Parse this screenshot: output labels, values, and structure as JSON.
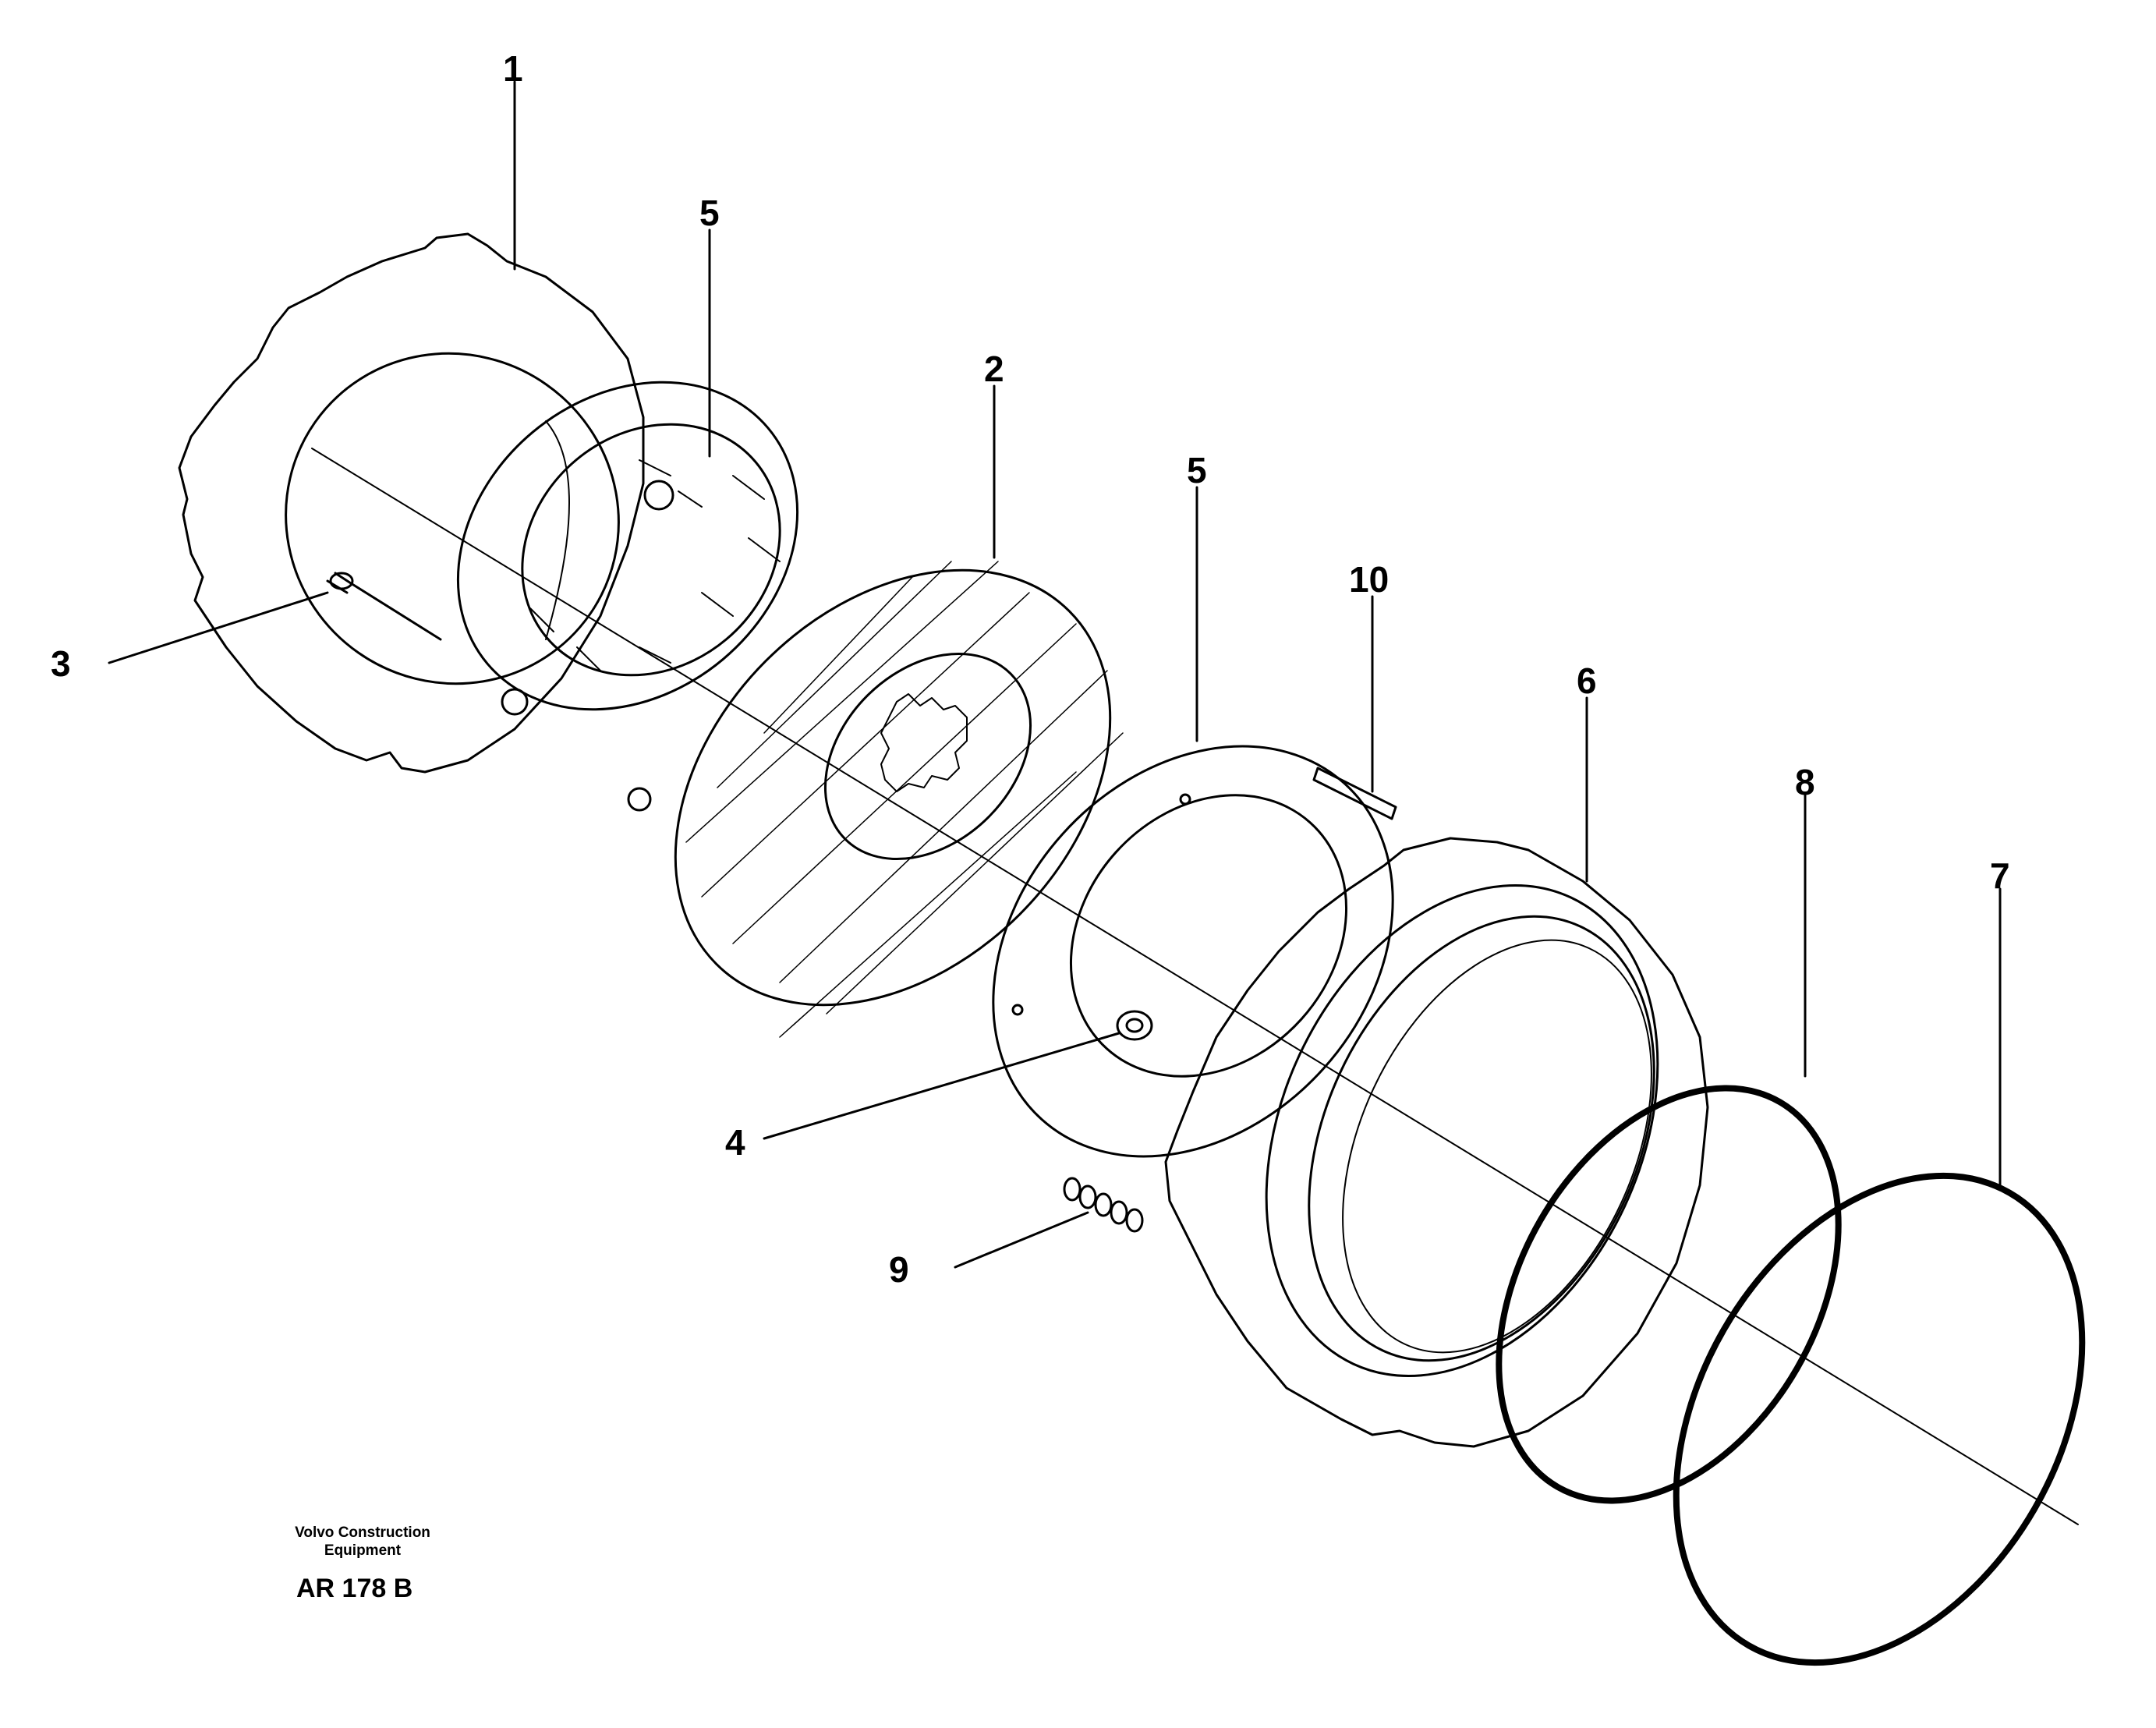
{
  "callouts": {
    "c1": "1",
    "c5a": "5",
    "c2": "2",
    "c5b": "5",
    "c10": "10",
    "c6": "6",
    "c8": "8",
    "c7": "7",
    "c3": "3",
    "c4": "4",
    "c9": "9"
  },
  "footer": {
    "company_line1": "Volvo Construction",
    "company_line2": "Equipment",
    "reference": "AR 178 B"
  },
  "colors": {
    "ink": "#000000",
    "background": "#ffffff"
  }
}
